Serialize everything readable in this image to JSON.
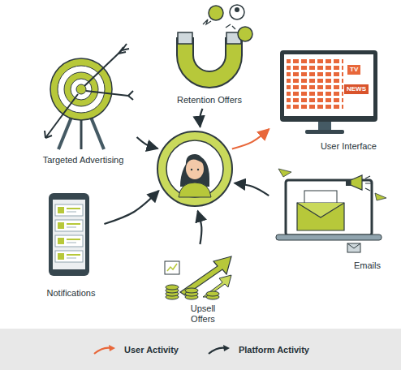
{
  "diagram": {
    "nodes": [
      {
        "text": [
          "Retention Offers"
        ]
      },
      {
        "text": [
          "Targeted Advertising"
        ]
      },
      {
        "text": []
      },
      {
        "text": [
          "User Interface"
        ]
      },
      {
        "text": [
          "Notifications"
        ]
      },
      {
        "text": [
          "Emails"
        ]
      },
      {
        "text": [
          "Upsell Offers"
        ]
      }
    ],
    "edges": [
      {
        "from": 0,
        "to": 2,
        "arrow": "to"
      },
      {
        "from": 1,
        "to": 2,
        "arrow": "to"
      },
      {
        "from": 2,
        "to": 3,
        "arrow": "to"
      },
      {
        "from": 4,
        "to": 2,
        "arrow": "to"
      },
      {
        "from": 5,
        "to": 2,
        "arrow": "to"
      },
      {
        "from": 6,
        "to": 2,
        "arrow": "to"
      }
    ],
    "labels": [
      "TV",
      "NEWS"
    ],
    "legend": [
      {
        "text": "User Activity"
      },
      {
        "text": "Platform Activity"
      }
    ]
  }
}
